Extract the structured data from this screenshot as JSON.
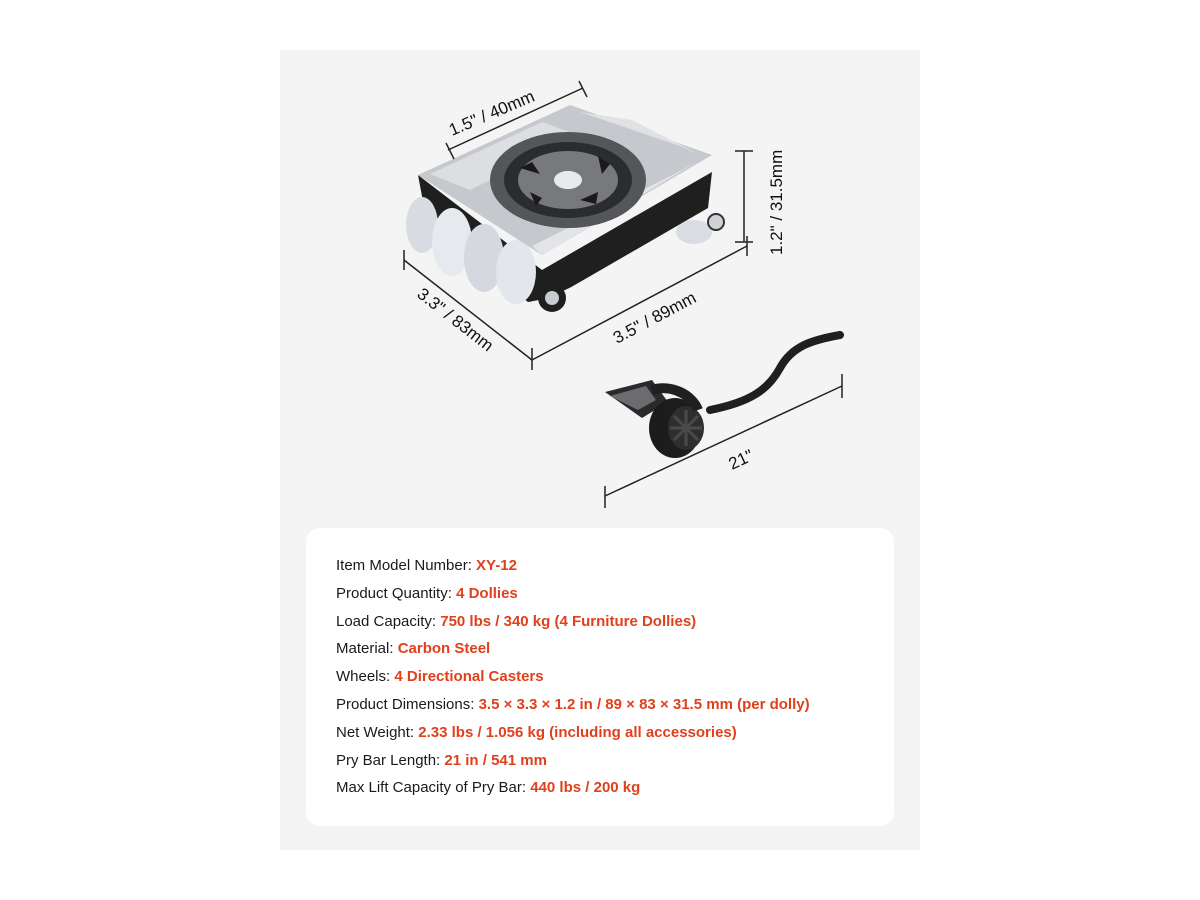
{
  "dimensions": {
    "top_width": "1.5\" / 40mm",
    "height": "1.2\" / 31.5mm",
    "depth": "3.3\" / 83mm",
    "length": "3.5\" / 89mm",
    "pry_bar": "21\""
  },
  "specs": [
    {
      "label": "Item Model Number: ",
      "value": "XY-12"
    },
    {
      "label": "Product Quantity: ",
      "value": "4 Dollies"
    },
    {
      "label": "Load Capacity: ",
      "value": "750 lbs / 340 kg (4 Furniture Dollies)"
    },
    {
      "label": "Material: ",
      "value": "Carbon Steel"
    },
    {
      "label": "Wheels: ",
      "value": "4 Directional Casters"
    },
    {
      "label": "Product Dimensions: ",
      "value": "3.5 × 3.3 × 1.2 in / 89 × 83 × 31.5 mm (per dolly)"
    },
    {
      "label": "Net Weight: ",
      "value": "2.33 lbs / 1.056 kg (including all accessories)"
    },
    {
      "label": "Pry Bar Length: ",
      "value": "21 in / 541 mm"
    },
    {
      "label": "Max Lift Capacity of Pry Bar: ",
      "value": "440 lbs / 200 kg"
    }
  ],
  "colors": {
    "panel_bg": "#f4f4f4",
    "card_bg": "#ffffff",
    "accent": "#e0401c",
    "label_text": "#1a1a1a"
  }
}
